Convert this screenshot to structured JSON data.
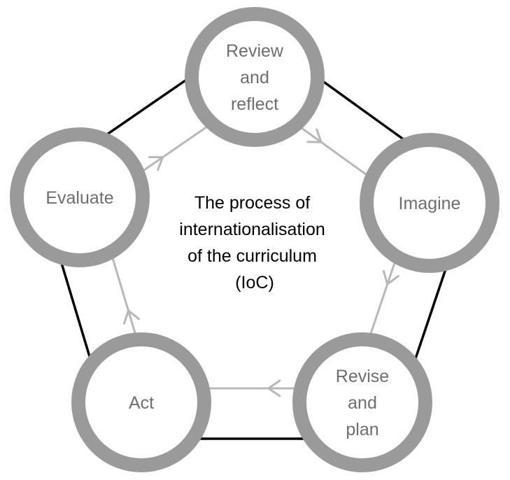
{
  "diagram": {
    "title": "The process of internationalisation of the curriculum (IoC)",
    "center_lines": [
      "The process of",
      "internationalisation",
      "of the curriculum",
      "(IoC)"
    ],
    "nodes": [
      {
        "id": "review",
        "lines": [
          "Review",
          "and",
          "reflect"
        ]
      },
      {
        "id": "imagine",
        "lines": [
          "Imagine"
        ]
      },
      {
        "id": "revise",
        "lines": [
          "Revise",
          "and",
          "plan"
        ]
      },
      {
        "id": "act",
        "lines": [
          "Act"
        ]
      },
      {
        "id": "evaluate",
        "lines": [
          "Evaluate"
        ]
      }
    ],
    "edges": [
      {
        "from": "review",
        "to": "imagine"
      },
      {
        "from": "imagine",
        "to": "revise"
      },
      {
        "from": "revise",
        "to": "act"
      },
      {
        "from": "act",
        "to": "evaluate"
      },
      {
        "from": "evaluate",
        "to": "review"
      }
    ],
    "colors": {
      "ring": "#9a9a9a",
      "node_text": "#6e6e6e",
      "center_text": "#000000",
      "arrow": "#b8b8b8",
      "connector": "#000000"
    }
  }
}
